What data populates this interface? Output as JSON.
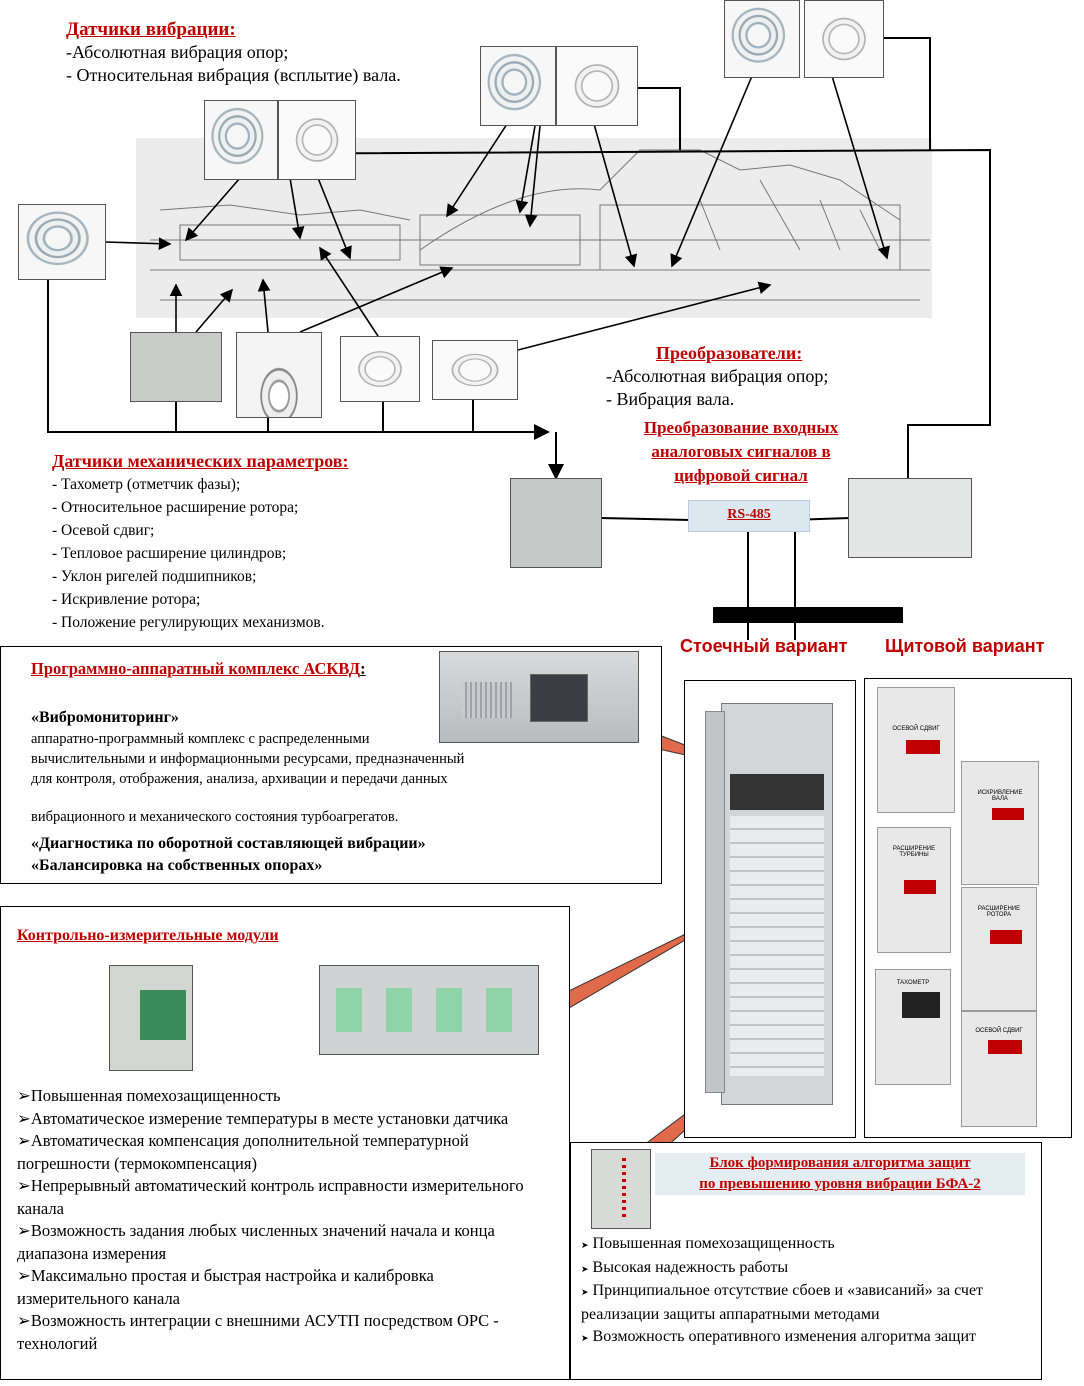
{
  "sensors_vibration": {
    "title": "Датчики вибрации:",
    "items": [
      "-Абсолютная вибрация опор;",
      "- Относительная вибрация (всплытие) вала."
    ]
  },
  "converters": {
    "title": "Преобразователи:",
    "items": [
      "-Абсолютная вибрация опор;",
      "- Вибрация вала."
    ]
  },
  "conversion_title": [
    "Преобразование входных",
    "аналоговых сигналов в",
    "цифровой сигнал"
  ],
  "bus_label": "RS-485",
  "mech_sensors": {
    "title": "Датчики механических параметров:",
    "items": [
      "- Тахометр (отметчик фазы);",
      "- Относительное расширение ротора;",
      "- Осевой сдвиг;",
      "- Тепловое расширение цилиндров;",
      "- Уклон ригелей подшипников;",
      "- Искривление ротора;",
      "- Положение регулирующих механизмов."
    ]
  },
  "variants": {
    "rack": "Стоечный вариант",
    "panel": "Щитовой вариант"
  },
  "askvd": {
    "title": "Программно-аппаратный  комплекс АСКВД",
    "colon": ":",
    "product": "«Вибромониторинг»",
    "desc": [
      "аппаратно-программный комплекс с распределенными",
      "вычислительными и информационными ресурсами, предназначенный",
      "для контроля, отображения, анализа, архивации и передачи данных"
    ],
    "desc2": "вибрационного и механического состояния турбоагрегатов.",
    "extra1": "«Диагностика по оборотной составляющей вибрации»",
    "extra2": "«Балансировка на собственных опорах»"
  },
  "modules": {
    "title": "Контрольно-измерительные модули",
    "items": [
      "Повышенная помехозащищенность",
      "Автоматическое измерение температуры в месте установки датчика",
      "Автоматическая компенсация дополнительной температурной погрешности (термокомпенсация)",
      "Непрерывный автоматический контроль исправности измерительного канала",
      "Возможность задания любых численных значений начала и конца диапазона измерения",
      "Максимально простая и быстрая настройка и калибровка измерительного канала",
      "Возможность интеграции с внешними АСУТП посредством OPC - технологий"
    ]
  },
  "bfa": {
    "title1": "Блок формирования алгоритма защит",
    "title2": "по превышению уровня вибрации БФА-2",
    "items": [
      "Повышенная помехозащищенность",
      "Высокая надежность работы",
      "Принципиальное отсутствие сбоев и «зависаний»  за счет реализации защиты аппаратными методами",
      "Возможность оперативного изменения алгоритма защит"
    ]
  },
  "panel_devices": {
    "d1": "ОСЕВОЙ СДВИГ",
    "d2": "ИСКРИВЛЕНИЕ ВАЛА",
    "d3": "РАСШИРЕНИЕ ТУРБИНЫ",
    "d4": "РАСШИРЕНИЕ РОТОРА",
    "d5": "ТАХОМЕТР",
    "d6": "ОСЕВОЙ СДВИГ"
  },
  "colors": {
    "accent_red": "#c00000",
    "line": "#000000"
  }
}
